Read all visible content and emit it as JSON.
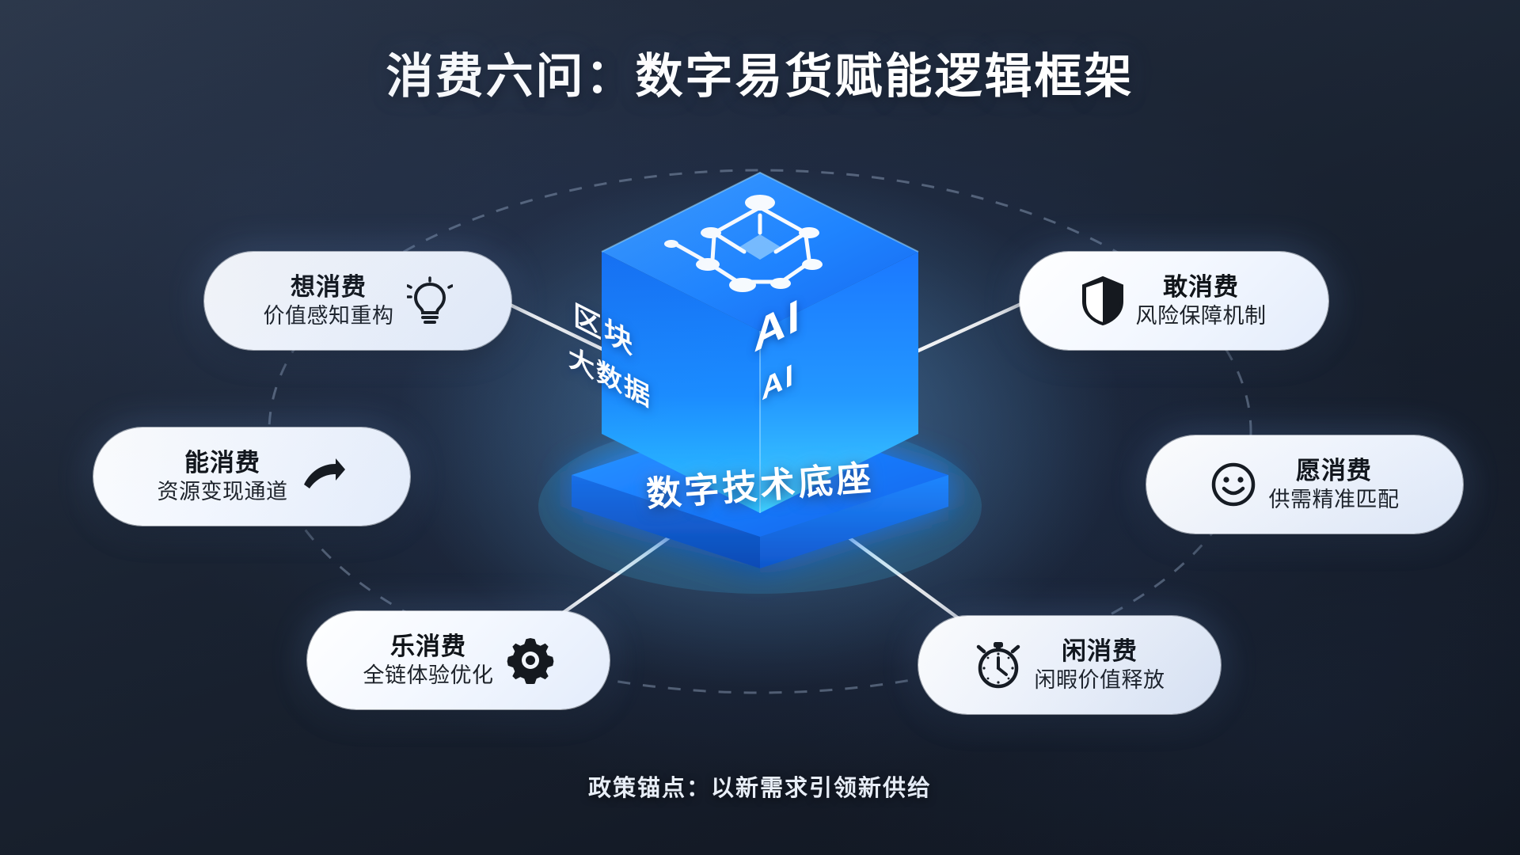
{
  "header": {
    "title": "消费六问：数字易货赋能逻辑框架"
  },
  "center": {
    "cube": {
      "top_icon": "network-nodes-icon",
      "left_face_line1": "区块",
      "left_face_line2": "大数据",
      "right_face_line1": "AI",
      "right_face_line2": "AI"
    },
    "base_label": "数字技术底座"
  },
  "nodes": [
    {
      "id": "xiang",
      "title": "想消费",
      "subtitle": "价值感知重构",
      "icon": "lightbulb-icon",
      "side": "left"
    },
    {
      "id": "neng",
      "title": "能消费",
      "subtitle": "资源变现通道",
      "icon": "arrow-right-icon",
      "side": "left"
    },
    {
      "id": "le",
      "title": "乐消费",
      "subtitle": "全链体验优化",
      "icon": "gear-icon",
      "side": "left"
    },
    {
      "id": "gan",
      "title": "敢消费",
      "subtitle": "风险保障机制",
      "icon": "shield-icon",
      "side": "right"
    },
    {
      "id": "yuan",
      "title": "愿消费",
      "subtitle": "供需精准匹配",
      "icon": "smiley-face-icon",
      "side": "right"
    },
    {
      "id": "xian",
      "title": "闲消费",
      "subtitle": "闲暇价值释放",
      "icon": "stopwatch-icon",
      "side": "right"
    }
  ],
  "footer": {
    "note": "政策锚点：以新需求引领新供给"
  },
  "colors": {
    "background_dark": "#1a2331",
    "cube_blue": "#1677ff",
    "cube_cyan": "#35d2ff",
    "card_white": "#ffffff",
    "title_white": "#ffffff",
    "connector_line": "#e8eef8"
  }
}
